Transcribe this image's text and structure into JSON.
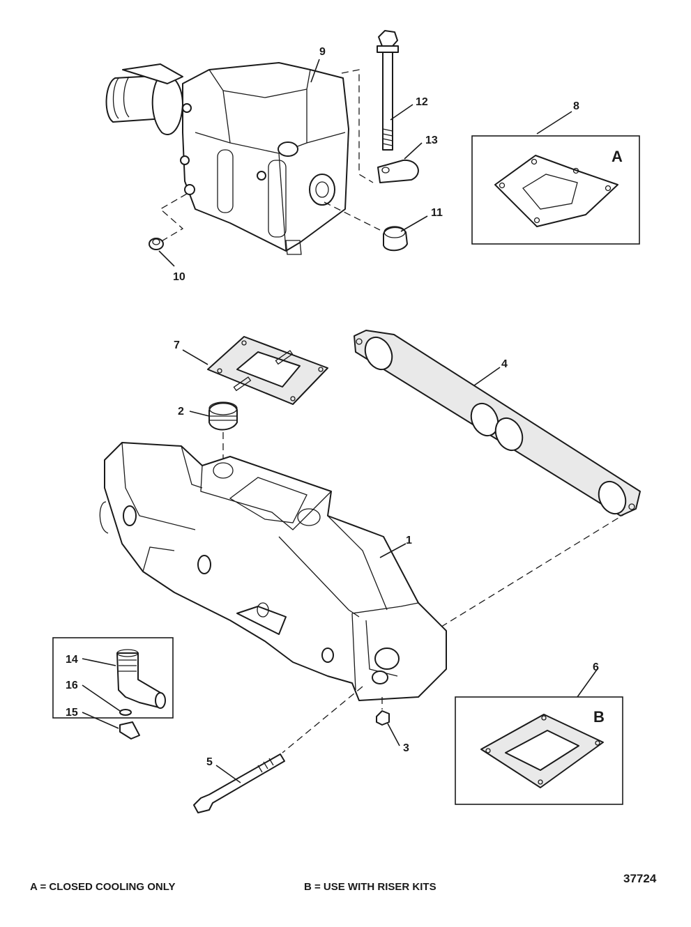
{
  "figure_id": "37724",
  "legend": {
    "a_text": "A = CLOSED COOLING ONLY",
    "b_text": "B = USE WITH RISER KITS"
  },
  "inset_boxes": [
    {
      "letter": "A"
    },
    {
      "letter": "B"
    }
  ],
  "callouts": [
    "1",
    "2",
    "3",
    "4",
    "5",
    "6",
    "7",
    "8",
    "9",
    "10",
    "11",
    "12",
    "13",
    "14",
    "15",
    "16"
  ]
}
